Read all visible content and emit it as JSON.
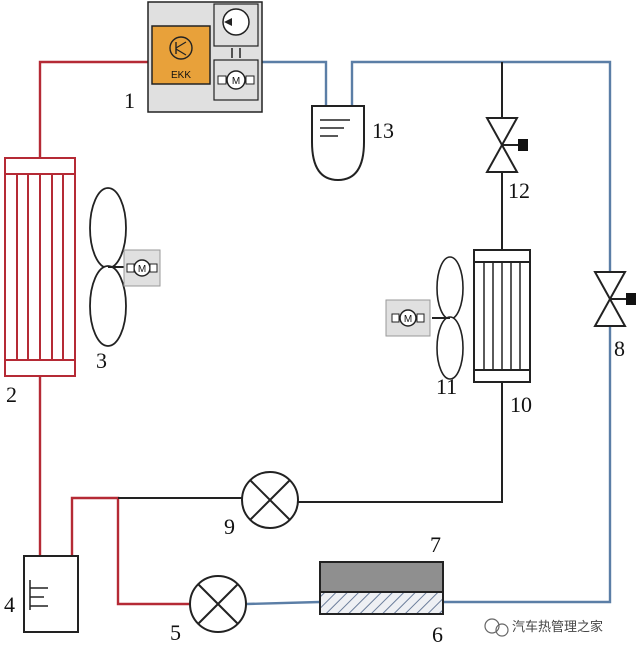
{
  "diagram": {
    "labels": {
      "compressor": "1",
      "condenser": "2",
      "condenser_fan": "3",
      "accumulator": "4",
      "expansion_valve_5": "5",
      "chiller_bottom": "6",
      "chiller_top": "7",
      "valve_8": "8",
      "expansion_valve_9": "9",
      "evaporator": "10",
      "evaporator_fan": "11",
      "valve_12": "12",
      "separator": "13"
    },
    "compressor_text": "EKK",
    "motor_text": "M",
    "watermark": "汽车热管理之家",
    "colors": {
      "red_line": "#b52a35",
      "blue_line": "#5b7ea6",
      "black_line": "#222222",
      "compressor_box": "#e0e0e0",
      "ekk_fill": "#e8a13a"
    }
  }
}
